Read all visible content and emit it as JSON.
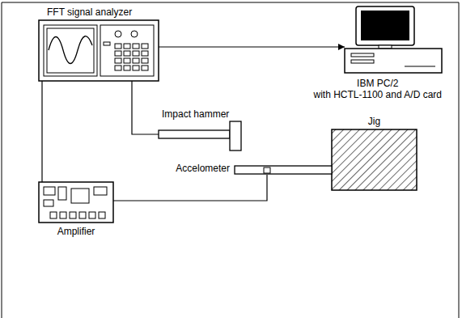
{
  "diagram": {
    "nodes": [
      {
        "text": [
          "FFT signal analyzer"
        ]
      },
      {
        "text": [
          "IBM PC/2",
          "with HCTL-1100 and A/D card"
        ]
      },
      {
        "text": [
          "Impact hammer"
        ]
      },
      {
        "text": [
          "Jig"
        ]
      },
      {
        "text": [
          "Accelometer"
        ]
      },
      {
        "text": [
          "Amplifier"
        ]
      }
    ],
    "edges": [
      {
        "from": 0,
        "to": 1,
        "arrow": "to"
      },
      {
        "from": 0,
        "to": 2,
        "arrow": "none"
      },
      {
        "from": 0,
        "to": 5,
        "arrow": "none"
      },
      {
        "from": 5,
        "to": 4,
        "arrow": "none"
      }
    ]
  }
}
